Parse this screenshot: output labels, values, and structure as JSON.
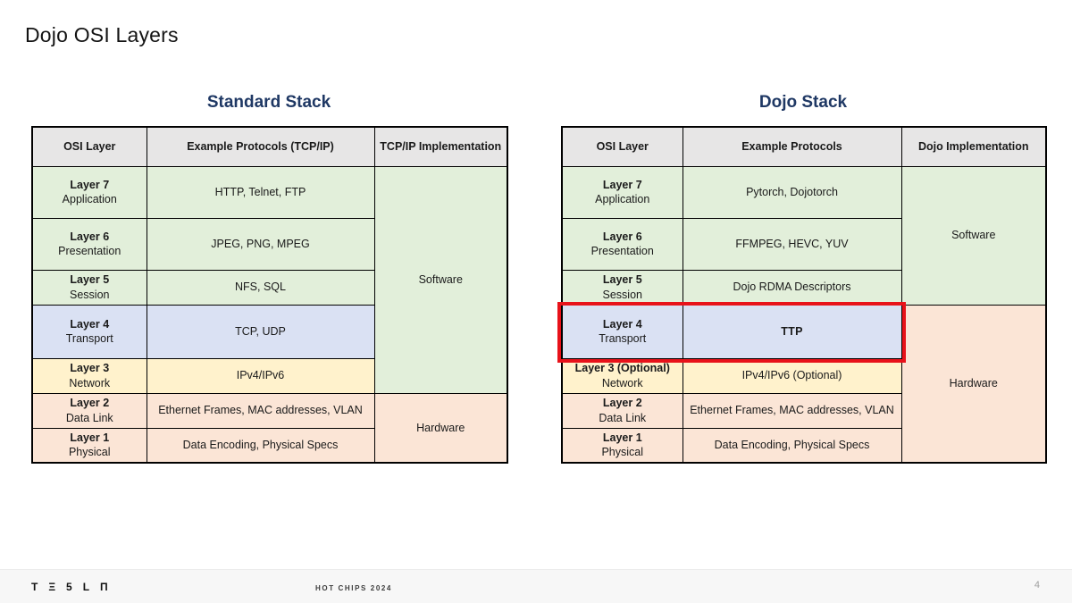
{
  "slide": {
    "title": "Dojo OSI Layers",
    "footer": {
      "logo_text": "TESLA",
      "logo_glyphs": "TΞ5LΠ",
      "center_text": "HOT CHIPS 2024",
      "page_number": "4"
    }
  },
  "standard": {
    "title": "Standard Stack",
    "headers": [
      "OSI Layer",
      "Example Protocols (TCP/IP)",
      "TCP/IP Implementation"
    ],
    "rows": [
      {
        "layer": "Layer 7",
        "name": "Application",
        "protocols": "HTTP, Telnet, FTP"
      },
      {
        "layer": "Layer 6",
        "name": "Presentation",
        "protocols": "JPEG, PNG, MPEG"
      },
      {
        "layer": "Layer 5",
        "name": "Session",
        "protocols": "NFS, SQL"
      },
      {
        "layer": "Layer 4",
        "name": "Transport",
        "protocols": "TCP, UDP"
      },
      {
        "layer": "Layer 3",
        "name": "Network",
        "protocols": "IPv4/IPv6"
      },
      {
        "layer": "Layer 2",
        "name": "Data Link",
        "protocols": "Ethernet Frames, MAC addresses, VLAN"
      },
      {
        "layer": "Layer 1",
        "name": "Physical",
        "protocols": "Data Encoding, Physical Specs"
      }
    ],
    "implementation": {
      "software": "Software",
      "hardware": "Hardware"
    }
  },
  "dojo": {
    "title": "Dojo Stack",
    "headers": [
      "OSI Layer",
      "Example Protocols",
      "Dojo Implementation"
    ],
    "rows": [
      {
        "layer": "Layer 7",
        "name": "Application",
        "protocols": "Pytorch, Dojotorch"
      },
      {
        "layer": "Layer 6",
        "name": "Presentation",
        "protocols": "FFMPEG, HEVC, YUV"
      },
      {
        "layer": "Layer 5",
        "name": "Session",
        "protocols": "Dojo RDMA Descriptors"
      },
      {
        "layer": "Layer 4",
        "name": "Transport",
        "protocols": "TTP",
        "highlighted": true
      },
      {
        "layer": "Layer 3 (Optional)",
        "name": "Network",
        "protocols": "IPv4/IPv6 (Optional)"
      },
      {
        "layer": "Layer 2",
        "name": "Data Link",
        "protocols": "Ethernet Frames, MAC addresses, VLAN"
      },
      {
        "layer": "Layer 1",
        "name": "Physical",
        "protocols": "Data Encoding, Physical Specs"
      }
    ],
    "implementation": {
      "software": "Software",
      "hardware": "Hardware"
    }
  },
  "colors": {
    "row_green": "#e2efda",
    "row_blue": "#dae1f3",
    "row_yellow": "#fff2cc",
    "row_peach": "#fbe5d6",
    "header_gray": "#e7e6e6",
    "highlight_red": "#e8121a",
    "stack_title_navy": "#1f3864"
  }
}
